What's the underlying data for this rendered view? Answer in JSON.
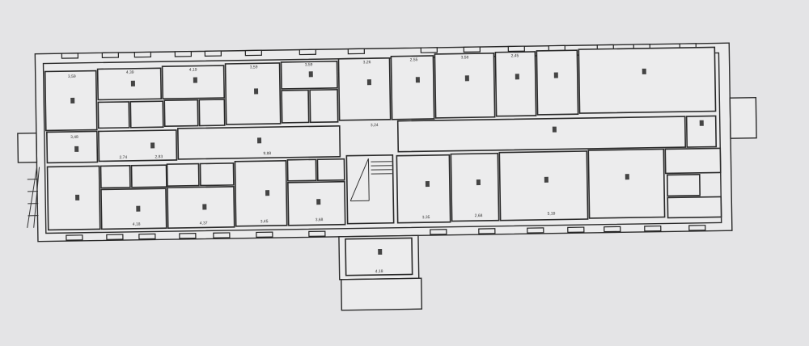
{
  "title": "Floor plan",
  "dimensions": {
    "top": [
      "3,59",
      "4,39",
      "4,19",
      "3,59",
      "3,59",
      "3,26",
      "2,55",
      "3,58",
      "2,45"
    ],
    "corridor": [
      "3,48",
      "2,74",
      "2,83",
      "9,88",
      "3,24"
    ],
    "bottom": [
      "4,18",
      "4,37",
      "3,45",
      "3,68",
      "3,35",
      "2,68",
      "5,39"
    ],
    "annex": "4,18"
  }
}
